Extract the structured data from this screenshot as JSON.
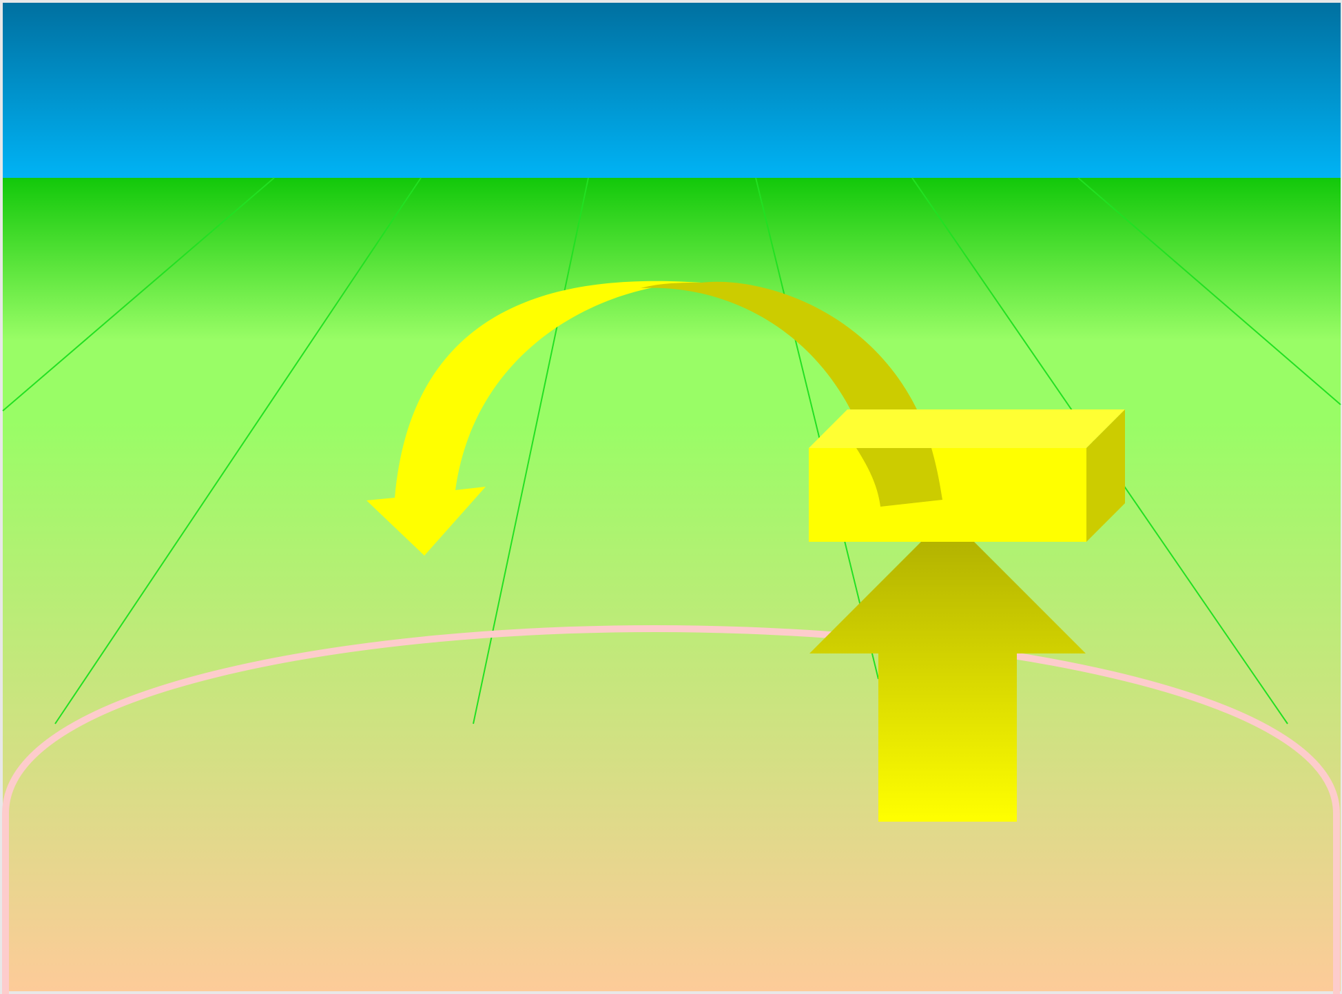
{
  "scene": {
    "colors": {
      "sky_top": "#0070a0",
      "sky_bottom": "#00b3f5",
      "ground_top": "#12c80a",
      "ground_light": "#99fd66",
      "ground_bottom": "#fdcb99",
      "perspective_lines": "#22e022",
      "ellipse_outline": "#fdcccc",
      "block_front": "#ffff00",
      "block_top": "#ffff33",
      "block_side": "#cccc00",
      "arrow_light": "#ffff00",
      "arrow_dark": "#cccc00",
      "up_arrow_top": "#b3b300",
      "up_arrow_bottom": "#ffff00"
    },
    "elements": {
      "sky": "sky",
      "ground": "ground",
      "perspective_lines": "perspective-lines",
      "ground_ellipse": "ground-ellipse",
      "curved_arrow": "curved-arrow",
      "raised_block": "raised-block",
      "up_arrow": "up-arrow"
    }
  }
}
